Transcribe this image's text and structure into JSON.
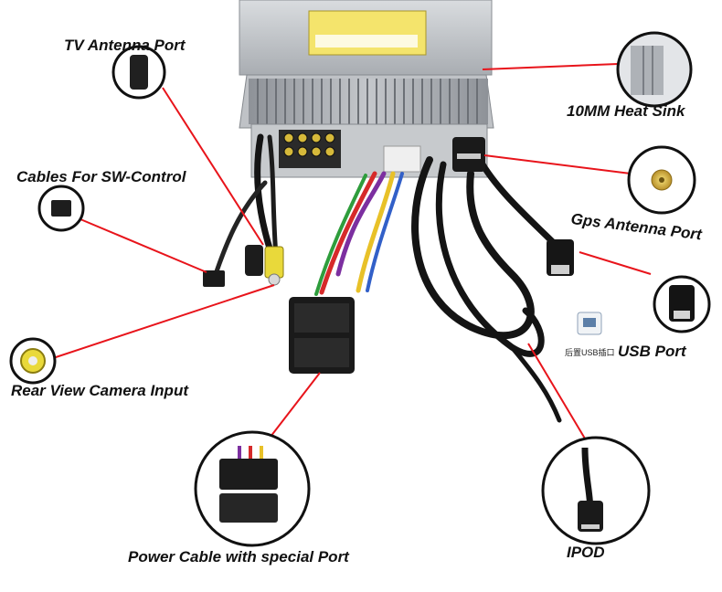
{
  "labels": {
    "tv_antenna": "TV Antenna Port",
    "heat_sink": "10MM Heat Sink",
    "sw_control": "Cables For SW-Control",
    "gps_antenna": "Gps Antenna Port",
    "usb_port": "USB Port",
    "usb_chinese": "后置USB插口",
    "rear_camera": "Rear View Camera Input",
    "power_cable": "Power Cable with special Port",
    "ipod": "IPOD"
  },
  "colors": {
    "leader_line": "#e8141b",
    "callout_ring": "#111111",
    "chassis": "#b9bcc0",
    "wire": "#141414"
  }
}
